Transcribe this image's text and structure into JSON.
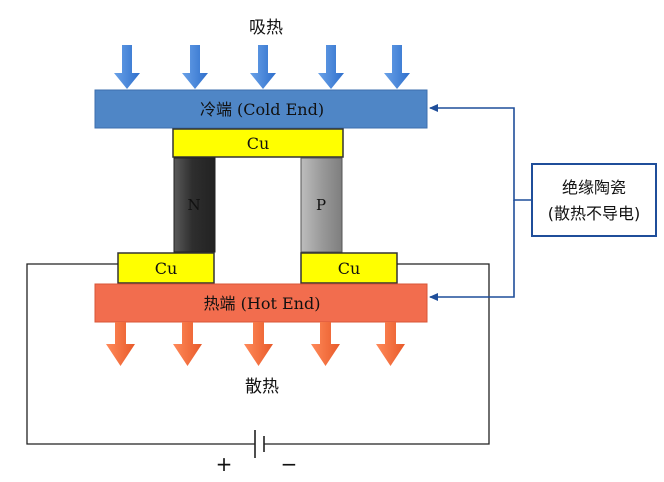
{
  "top_label": "吸热",
  "bottom_label": "散热",
  "cold_end_label": "冷端 (Cold End)",
  "hot_end_label": "热端 (Hot End)",
  "copper_label": "Cu",
  "n_label": "N",
  "p_label": "P",
  "ceramic_label_line1": "绝缘陶瓷",
  "ceramic_label_line2": "(散热不导电)",
  "battery_plus": "+",
  "battery_minus": "−",
  "colors": {
    "cold_plate": "#4f86c6",
    "hot_plate": "#f26d4e",
    "copper": "#ffff00",
    "n_leg": "#3a3a3a",
    "p_leg": "#9a9a9a",
    "arrow_blue": "#3d7dd8",
    "arrow_orange": "#f26b3c",
    "callout_border": "#1f4e9a",
    "wire": "#222222"
  }
}
